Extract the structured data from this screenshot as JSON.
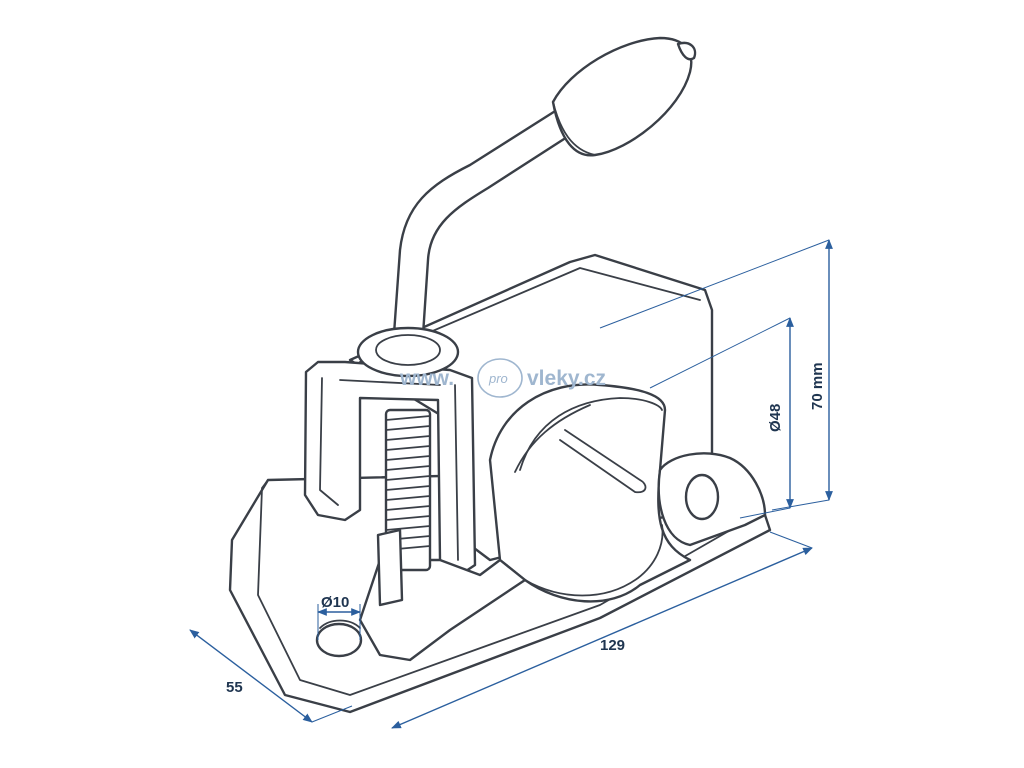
{
  "watermark": {
    "prefix": "www.",
    "badge": "pro",
    "suffix": "vleky.cz"
  },
  "dimensions": {
    "width_label": "55",
    "length_label": "129",
    "height_label": "70 mm",
    "tube_diameter_label": "Ø48",
    "hole_diameter_label": "Ø10"
  },
  "colors": {
    "outline": "#3a3f47",
    "dimension": "#2b5f9e",
    "dimension_text": "#1f3550",
    "watermark": "#9fb6cf",
    "background": "#ffffff"
  }
}
